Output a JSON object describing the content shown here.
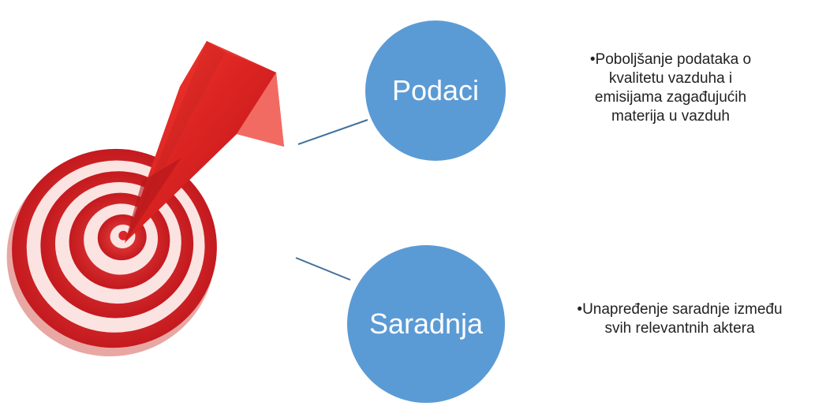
{
  "goals": [
    {
      "label": "Podaci",
      "description_lines": [
        "•Poboljšanje podataka o",
        "kvalitetu vazduha i",
        "emisijama zagađujućih",
        "materija u vazduh"
      ]
    },
    {
      "label": "Saradnja",
      "description_lines": [
        "•Unapređenje saradnje između",
        "svih relevantnih aktera"
      ]
    }
  ],
  "colors": {
    "circle_fill": "#5b9bd5",
    "connector": "#41719c",
    "target_red": "#d9262b",
    "target_light": "#f7c4c0"
  },
  "icons": {
    "target": "target-with-arrow-icon"
  }
}
